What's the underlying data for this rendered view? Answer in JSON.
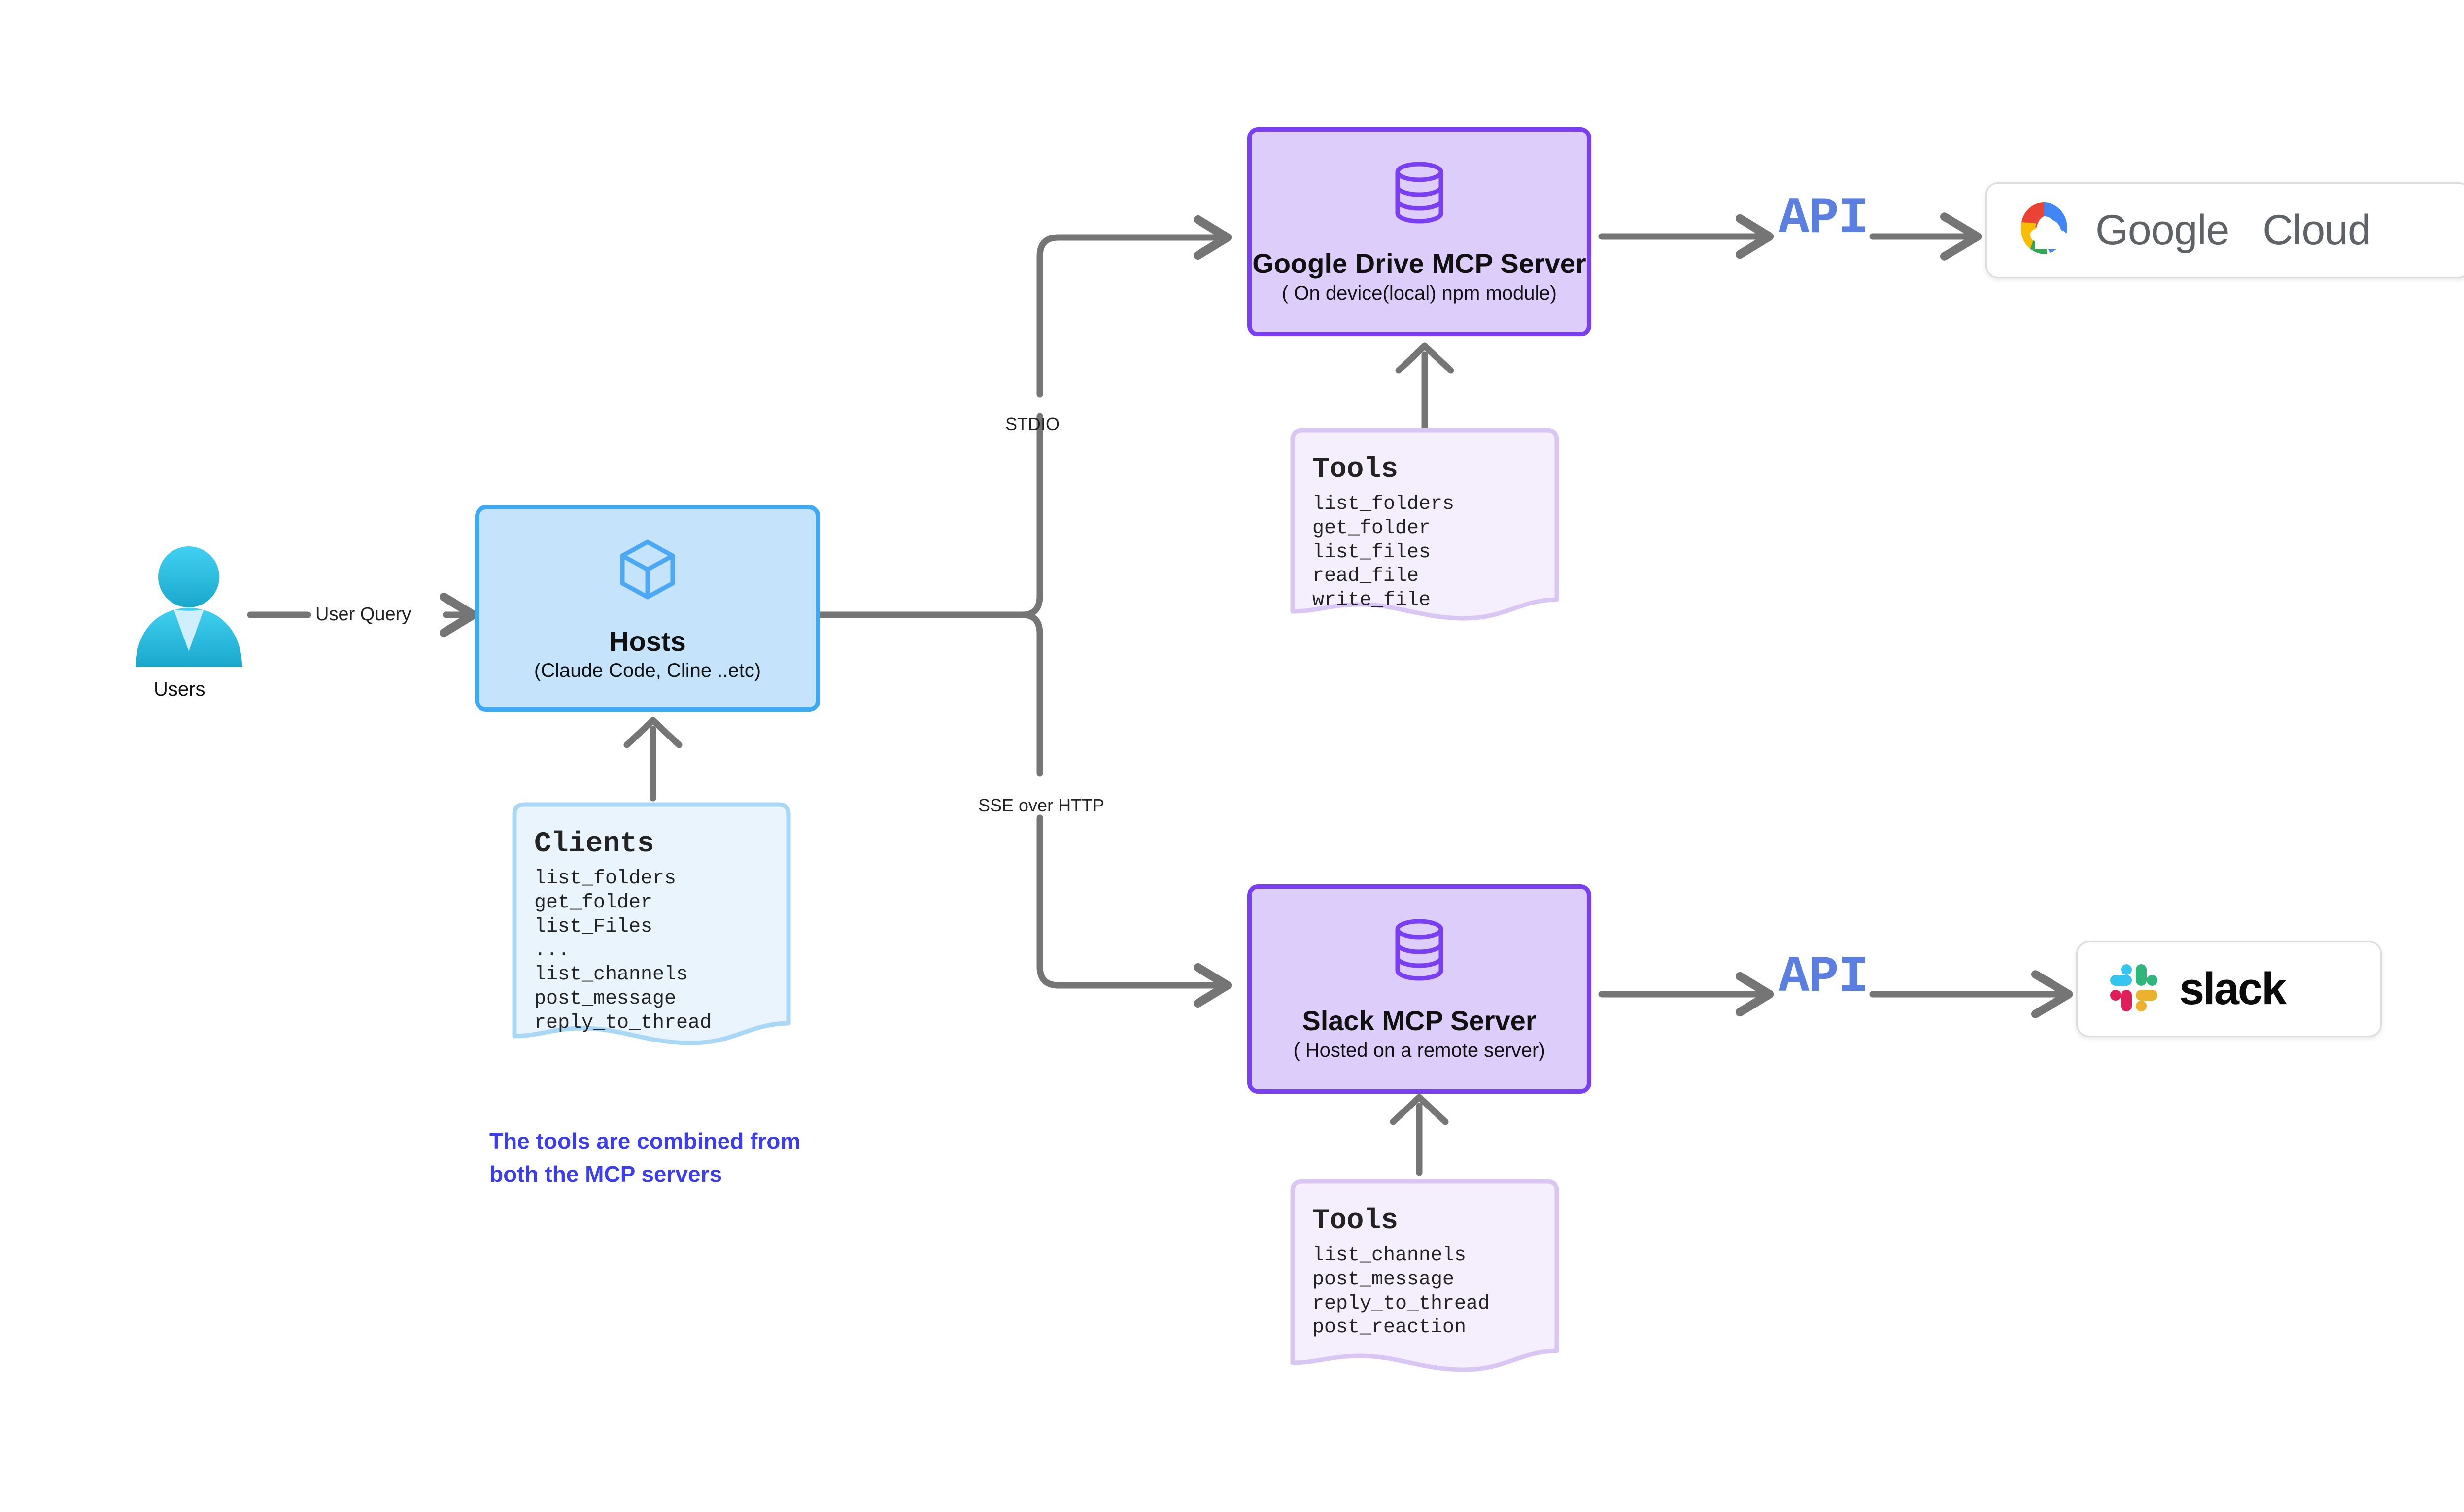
{
  "diagram": {
    "title": "MCP architecture with Google Drive and Slack MCP servers",
    "colors": {
      "host_fill": "#c5e4fb",
      "host_border": "#3da9f5",
      "server_fill": "#ddcdfb",
      "server_border": "#7a3ff2",
      "note_client_fill": "#eaf4fd",
      "note_client_border": "#a9d8f7",
      "note_tools_fill": "#f4eefd",
      "note_tools_border": "#d9c6f5",
      "connector": "#757575",
      "api_text": "#5b7fe0",
      "annotation": "#3c3cf0"
    }
  },
  "actor": {
    "label": "Users",
    "icon": "user-avatar-icon"
  },
  "edges": {
    "user_query": "User Query",
    "stdio": "STDIO",
    "sse_over_http": "SSE over HTTP"
  },
  "host": {
    "icon": "cube-icon",
    "title": "Hosts",
    "subtitle": "(Claude Code, Cline ..etc)"
  },
  "clients_note": {
    "heading": "Clients",
    "items": [
      "list_folders",
      "get_folder",
      "list_Files",
      "...",
      "list_channels",
      "post_message",
      "reply_to_thread"
    ]
  },
  "annotation": {
    "text": "The  tools are combined from\nboth the MCP servers"
  },
  "servers": [
    {
      "id": "google-drive-mcp-server",
      "icon": "database-cylinder-icon",
      "title": "Google Drive MCP Server",
      "subtitle": "( On device(local) npm module)",
      "api_label": "API",
      "tools_note": {
        "heading": "Tools",
        "items": [
          "list_folders",
          "get_folder",
          "list_files",
          "read_file",
          "write_file"
        ]
      },
      "target": {
        "id": "google-cloud-chip",
        "logo": "google-cloud-logo",
        "text_primary": "Google",
        "text_secondary": "Cloud"
      }
    },
    {
      "id": "slack-mcp-server",
      "icon": "database-cylinder-icon",
      "title": "Slack MCP Server",
      "subtitle": "( Hosted on a remote server)",
      "api_label": "API",
      "tools_note": {
        "heading": "Tools",
        "items": [
          "list_channels",
          "post_message",
          "reply_to_thread",
          "post_reaction"
        ]
      },
      "target": {
        "id": "slack-chip",
        "logo": "slack-logo",
        "text_primary": "slack",
        "text_secondary": ""
      }
    }
  ]
}
